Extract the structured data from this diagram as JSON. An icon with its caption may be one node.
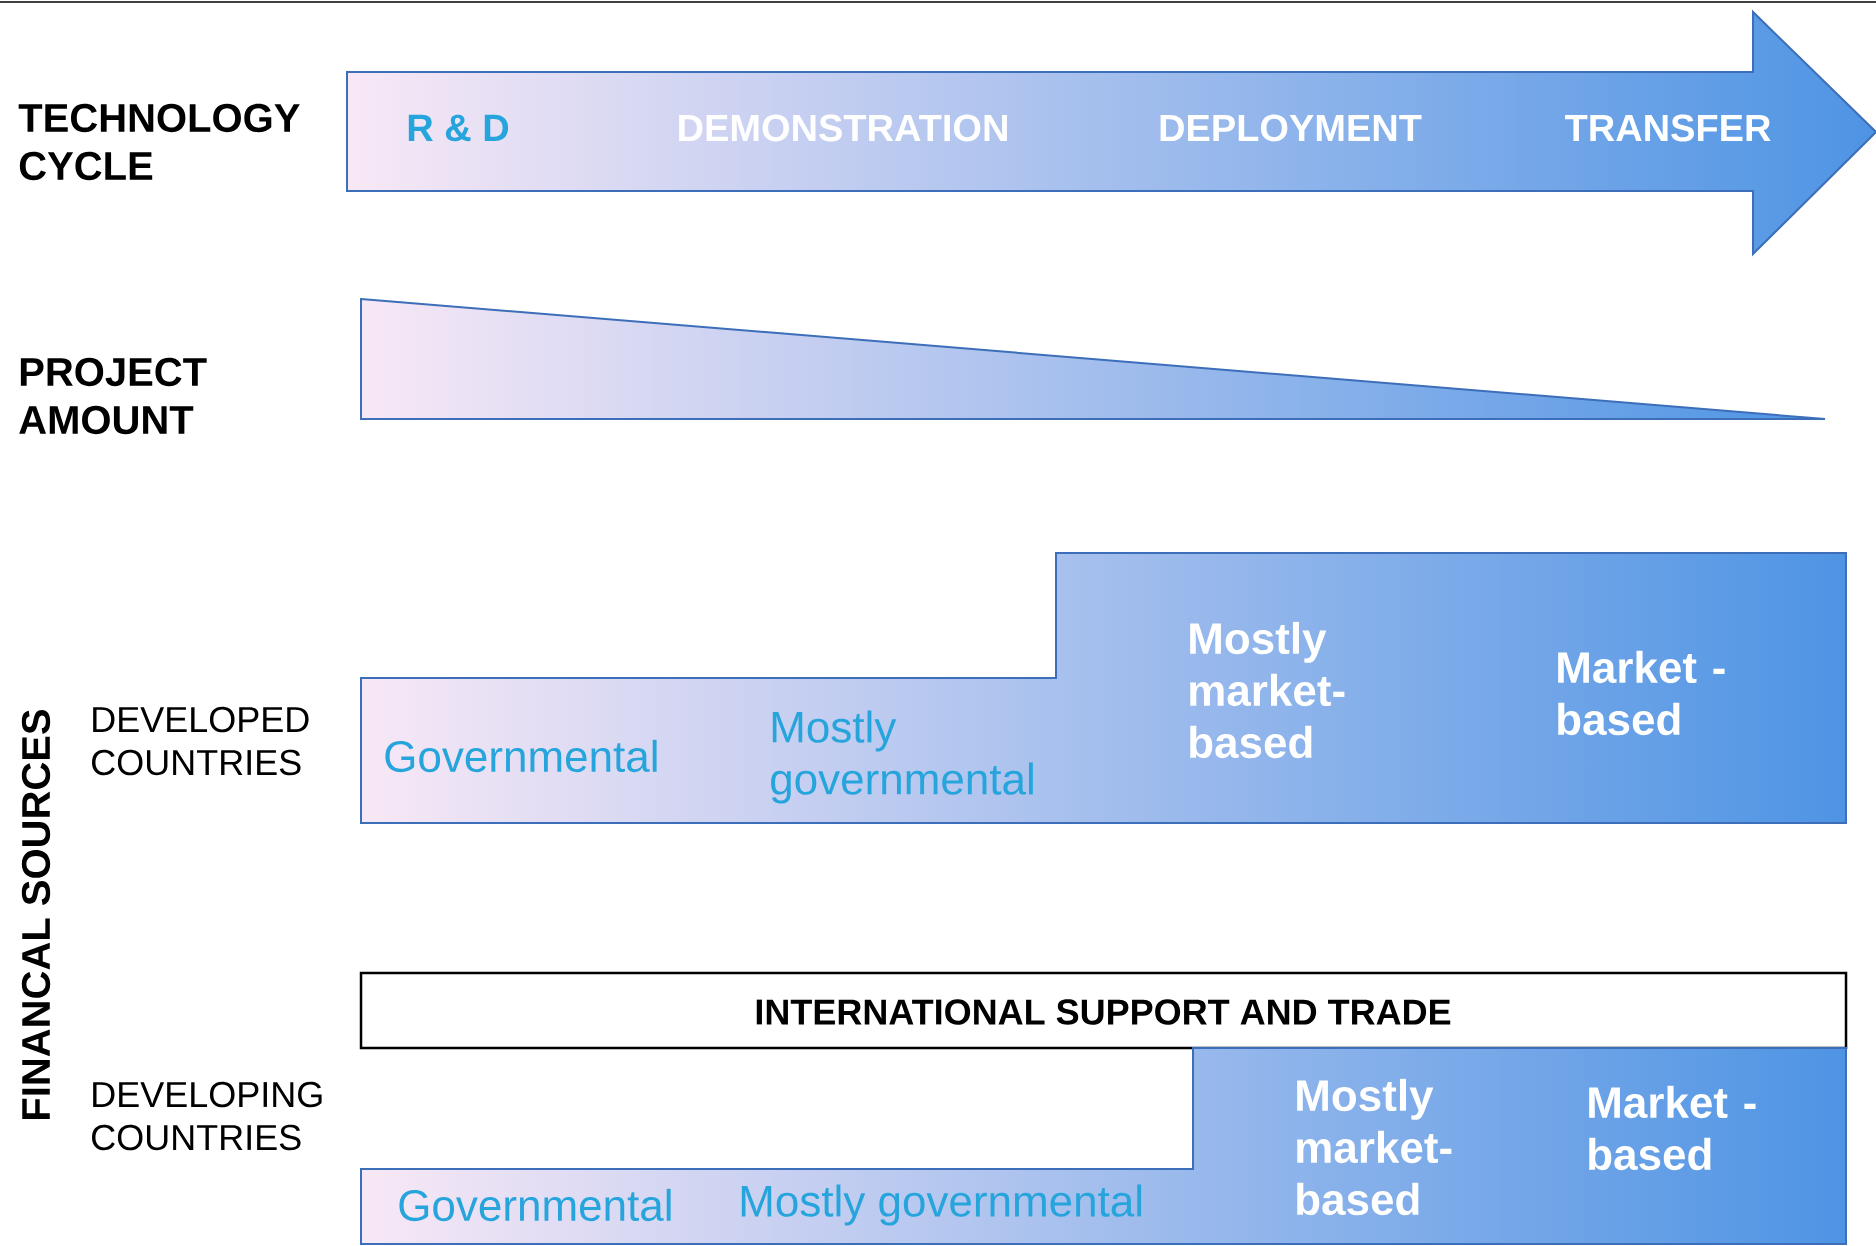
{
  "diagram": {
    "nodes": [
      {
        "text": [
          "R & D",
          "DEMONSTRATION",
          "DEPLOYMENT",
          "TRANSFER"
        ]
      },
      {
        "text": [],
        "shape": "triangle"
      },
      {
        "text": [
          "Governmental",
          "Mostly governmental",
          "Mostly market-based",
          "Market - based"
        ]
      },
      {
        "text": [
          "INTERNATIONAL SUPPORT AND TRADE"
        ]
      },
      {
        "text": [
          "Governmental",
          "Mostly governmental",
          "Mostly market-based",
          "Market - based"
        ]
      }
    ],
    "labels": [
      "TECHNOLOGY CYCLE",
      "PROJECT AMOUNT",
      "FINANCAL SOURCES",
      "DEVELOPED COUNTRIES",
      "DEVELOPING COUNTRIES"
    ]
  }
}
